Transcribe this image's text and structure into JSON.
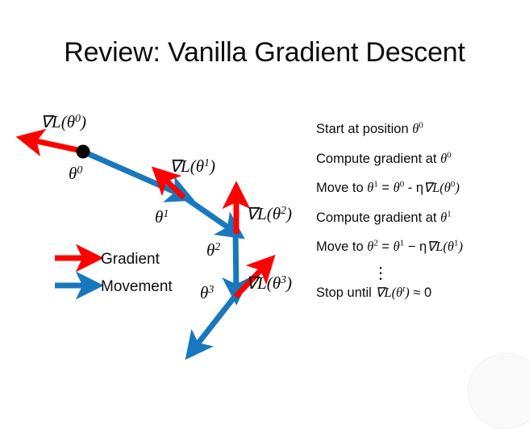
{
  "slide": {
    "title": "Review: Vanilla Gradient Descent",
    "background_color": "#ffffff",
    "text_color": "#0d0d0d"
  },
  "colors": {
    "gradient_arrow": "#FF0000",
    "movement_arrow": "#1878BE",
    "point_marker": "#000000"
  },
  "diagram": {
    "point_labels": [
      {
        "name": "theta0",
        "text": "θ",
        "sup": "0"
      },
      {
        "name": "theta1",
        "text": "θ",
        "sup": "1"
      },
      {
        "name": "theta2",
        "text": "θ",
        "sup": "2"
      },
      {
        "name": "theta3",
        "text": "θ",
        "sup": "3"
      }
    ],
    "gradient_labels": [
      {
        "name": "grad0",
        "prefix": "∇L(θ",
        "sup": "0",
        "suffix": ")"
      },
      {
        "name": "grad1",
        "prefix": "∇L(θ",
        "sup": "1",
        "suffix": ")"
      },
      {
        "name": "grad2",
        "prefix": "∇L(θ",
        "sup": "2",
        "suffix": ")"
      },
      {
        "name": "grad3",
        "prefix": "∇L(θ",
        "sup": "3",
        "suffix": ")"
      }
    ],
    "legend": [
      {
        "label": "Gradient",
        "color": "#FF0000"
      },
      {
        "label": "Movement",
        "color": "#1878BE"
      }
    ]
  },
  "steps": {
    "line1": {
      "prefix": "Start at position ",
      "sym": "θ",
      "sup": "0"
    },
    "line2": {
      "prefix": "Compute gradient at ",
      "sym": "θ",
      "sup": "0"
    },
    "line3": {
      "prefix": "Move to ",
      "lhs": "θ",
      "lhs_sup": "1",
      "eq": " = ",
      "rhs": "θ",
      "rhs_sup": "0",
      "op": " - ",
      "eta": "η",
      "grad": "∇L(θ",
      "grad_sup": "0",
      "grad_end": ")"
    },
    "line4": {
      "prefix": "Compute gradient at ",
      "sym": "θ",
      "sup": "1"
    },
    "line5": {
      "prefix": "Move to ",
      "lhs": "θ",
      "lhs_sup": "2",
      "eq": " = ",
      "rhs": "θ",
      "rhs_sup": "1",
      "op": " − ",
      "eta": "η",
      "grad": "∇L(θ",
      "grad_sup": "1",
      "grad_end": ")"
    },
    "dots": "⋮",
    "line6": {
      "prefix": "Stop until ",
      "grad": "∇L(θ",
      "grad_sup": "t",
      "grad_end": ")",
      "approx": " ≈ 0"
    }
  }
}
